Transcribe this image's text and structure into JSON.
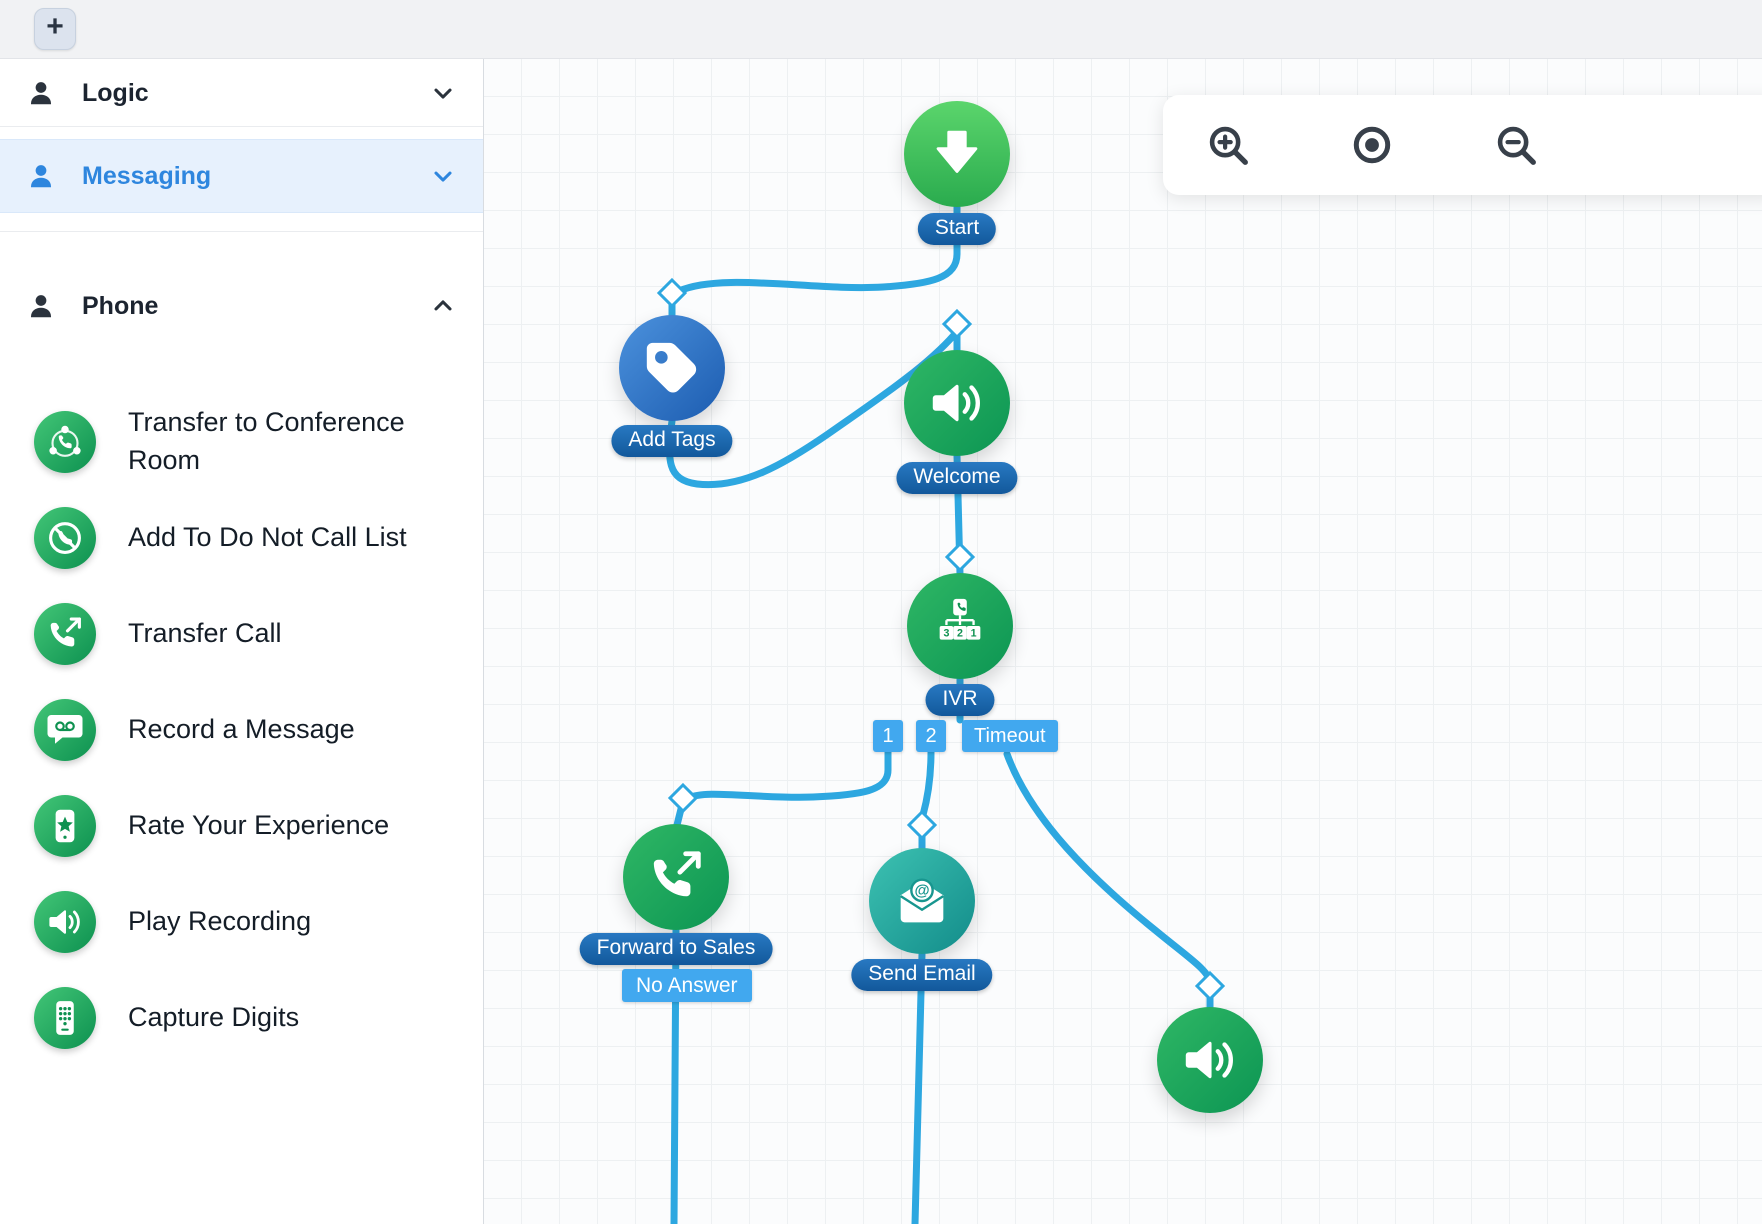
{
  "colors": {
    "accent_blue": "#2e86de",
    "connector_blue": "#2da7e0",
    "label_pill_blue": "#12589b",
    "branch_blue": "#41a8ef",
    "node_green": "#0c9553",
    "start_green": "#2aab4e",
    "tag_blue": "#1c5cb0",
    "email_teal": "#128c8a"
  },
  "topbar": {
    "add_button_label": "+"
  },
  "sidebar": {
    "sections": [
      {
        "label": "Logic"
      },
      {
        "label": "Messaging"
      },
      {
        "label": "Phone"
      }
    ],
    "phone_items": [
      "Transfer to Conference Room",
      "Add To Do Not Call List",
      "Transfer Call",
      "Record a Message",
      "Rate Your Experience",
      "Play Recording",
      "Capture Digits"
    ]
  },
  "canvas": {
    "nodes": {
      "start": "Start",
      "add_tags": "Add Tags",
      "welcome": "Welcome",
      "ivr": "IVR",
      "forward": "Forward to Sales",
      "forward_branch": "No Answer",
      "send_email": "Send Email"
    },
    "branches": [
      "1",
      "2",
      "Timeout"
    ],
    "ivr_keys": [
      "3",
      "2",
      "1"
    ],
    "email_at": "@"
  }
}
